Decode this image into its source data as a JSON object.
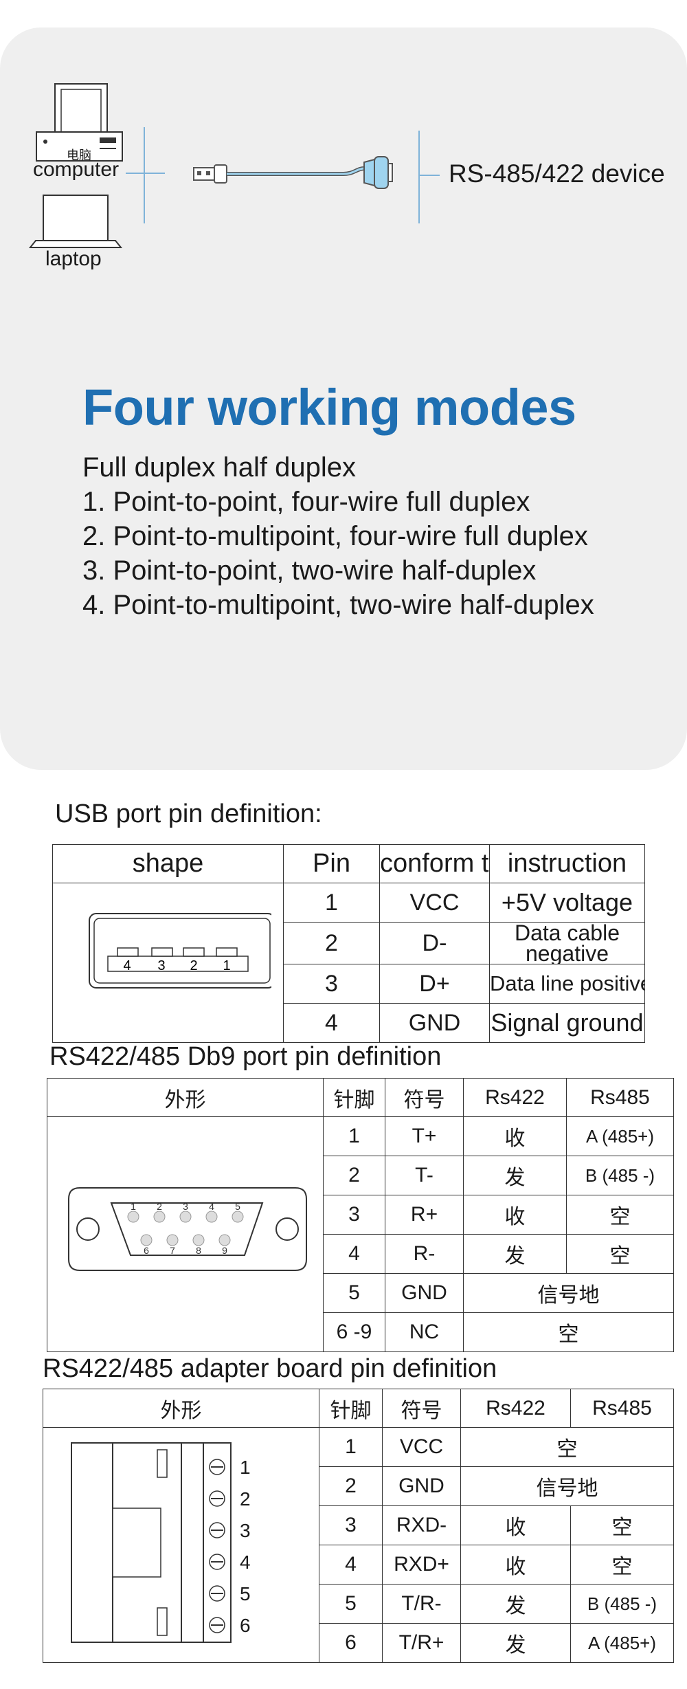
{
  "connection_diagram": {
    "computer_badge": "电脑",
    "computer_label": "computer",
    "laptop_label": "laptop",
    "device_label": "RS-485/422 device"
  },
  "modes": {
    "title": "Four working modes",
    "lines": [
      "Full duplex half duplex",
      "1. Point-to-point, four-wire full duplex",
      "2. Point-to-multipoint, four-wire full duplex",
      "3. Point-to-point, two-wire half-duplex",
      "4. Point-to-multipoint, two-wire half-duplex"
    ]
  },
  "usb": {
    "title": "USB port pin definition:",
    "headers": [
      "shape",
      "Pin",
      "conform to",
      "instruction"
    ],
    "shape_pins": [
      "4",
      "3",
      "2",
      "1"
    ],
    "rows": [
      {
        "pin": "1",
        "symbol": "VCC",
        "instruction": "+5V voltage"
      },
      {
        "pin": "2",
        "symbol": "D-",
        "instruction": "Data cable negative"
      },
      {
        "pin": "3",
        "symbol": "D+",
        "instruction": "Data line positive"
      },
      {
        "pin": "4",
        "symbol": "GND",
        "instruction": "Signal ground"
      }
    ]
  },
  "db9": {
    "title": "RS422/485 Db9 port pin definition",
    "headers": [
      "外形",
      "针脚",
      "符号",
      "Rs422",
      "Rs485"
    ],
    "connector_pins_top": [
      "1",
      "2",
      "3",
      "4",
      "5"
    ],
    "connector_pins_bottom": [
      "6",
      "7",
      "8",
      "9"
    ],
    "rows": [
      {
        "pin": "1",
        "symbol": "T+",
        "rs422": "收",
        "rs485": "A (485+)"
      },
      {
        "pin": "2",
        "symbol": "T-",
        "rs422": "发",
        "rs485": "B (485 -)"
      },
      {
        "pin": "3",
        "symbol": "R+",
        "rs422": "收",
        "rs485": "空"
      },
      {
        "pin": "4",
        "symbol": "R-",
        "rs422": "发",
        "rs485": "空"
      },
      {
        "pin": "5",
        "symbol": "GND",
        "merged": "信号地"
      },
      {
        "pin": "6 -9",
        "symbol": "NC",
        "merged": "空"
      }
    ]
  },
  "board": {
    "title": "RS422/485 adapter board pin definition",
    "headers": [
      "外形",
      "针脚",
      "符号",
      "Rs422",
      "Rs485"
    ],
    "terminal_labels": [
      "1",
      "2",
      "3",
      "4",
      "5",
      "6"
    ],
    "rows": [
      {
        "pin": "1",
        "symbol": "VCC",
        "merged": "空"
      },
      {
        "pin": "2",
        "symbol": "GND",
        "merged": "信号地"
      },
      {
        "pin": "3",
        "symbol": "RXD-",
        "rs422": "收",
        "rs485": "空"
      },
      {
        "pin": "4",
        "symbol": "RXD+",
        "rs422": "收",
        "rs485": "空"
      },
      {
        "pin": "5",
        "symbol": "T/R-",
        "rs422": "发",
        "rs485": "B (485 -)"
      },
      {
        "pin": "6",
        "symbol": "T/R+",
        "rs422": "发",
        "rs485": "A (485+)"
      }
    ]
  },
  "colors": {
    "title_blue": "#1f6fb2",
    "panel_gray": "#efefef",
    "cable_blue": "#9fd4ef"
  }
}
